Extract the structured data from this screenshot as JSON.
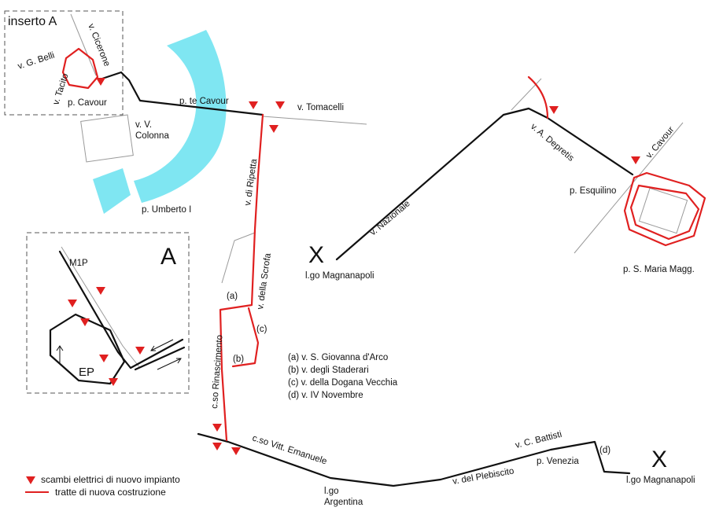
{
  "colors": {
    "new_track": "#e02020",
    "existing_track": "#111111",
    "street": "#9a9a9a",
    "water": "#7fe6f2",
    "switch": "#e02020",
    "inset_border": "#555555"
  },
  "insets": {
    "inserto_a": {
      "title": "inserto A"
    },
    "inset_a": {
      "title": "A",
      "depot_label": "EP",
      "line_label": "M1P"
    }
  },
  "streets": {
    "g_belli": "v. G. Belli",
    "cicerone": "v. Cicerone",
    "tacito": "v. Tacito",
    "p_cavour": "p. Cavour",
    "v_colonna_1": "v. V.",
    "v_colonna_2": "Colonna",
    "pte_cavour": "p. te Cavour",
    "tomacelli": "v. Tomacelli",
    "umberto": "p. Umberto I",
    "ripetta": "v. di Ripetta",
    "scrofa": "v. della Scrofa",
    "rinascimento": "c.so Rinascimento",
    "vitt_emanuele": "c.so Vitt. Emanuele",
    "largo_argentina_1": "l.go",
    "largo_argentina_2": "Argentina",
    "plebiscito": "v. del Plebiscito",
    "p_venezia": "p. Venezia",
    "battisti": "v. C. Battisti",
    "magnanapoli_end": "l.go Magnanapoli",
    "magnanapoli_start": "l.go Magnanapoli",
    "nazionale": "v. Nazionale",
    "depretis": "v. A. Depretis",
    "v_cavour": "v. Cavour",
    "p_esquilino": "p. Esquilino",
    "s_maria_magg": "p. S. Maria Magg."
  },
  "markers": {
    "terminus": "X"
  },
  "branch_tags": {
    "a": "(a)",
    "b": "(b)",
    "c": "(c)",
    "d": "(d)"
  },
  "branch_notes": [
    "(a) v. S. Giovanna d'Arco",
    "(b) v. degli Staderari",
    "(c) v. della Dogana Vecchia",
    "(d) v. IV Novembre"
  ],
  "legend": {
    "switches": "scambi elettrici di nuovo impianto",
    "new_sections": "tratte di nuova costruzione"
  }
}
